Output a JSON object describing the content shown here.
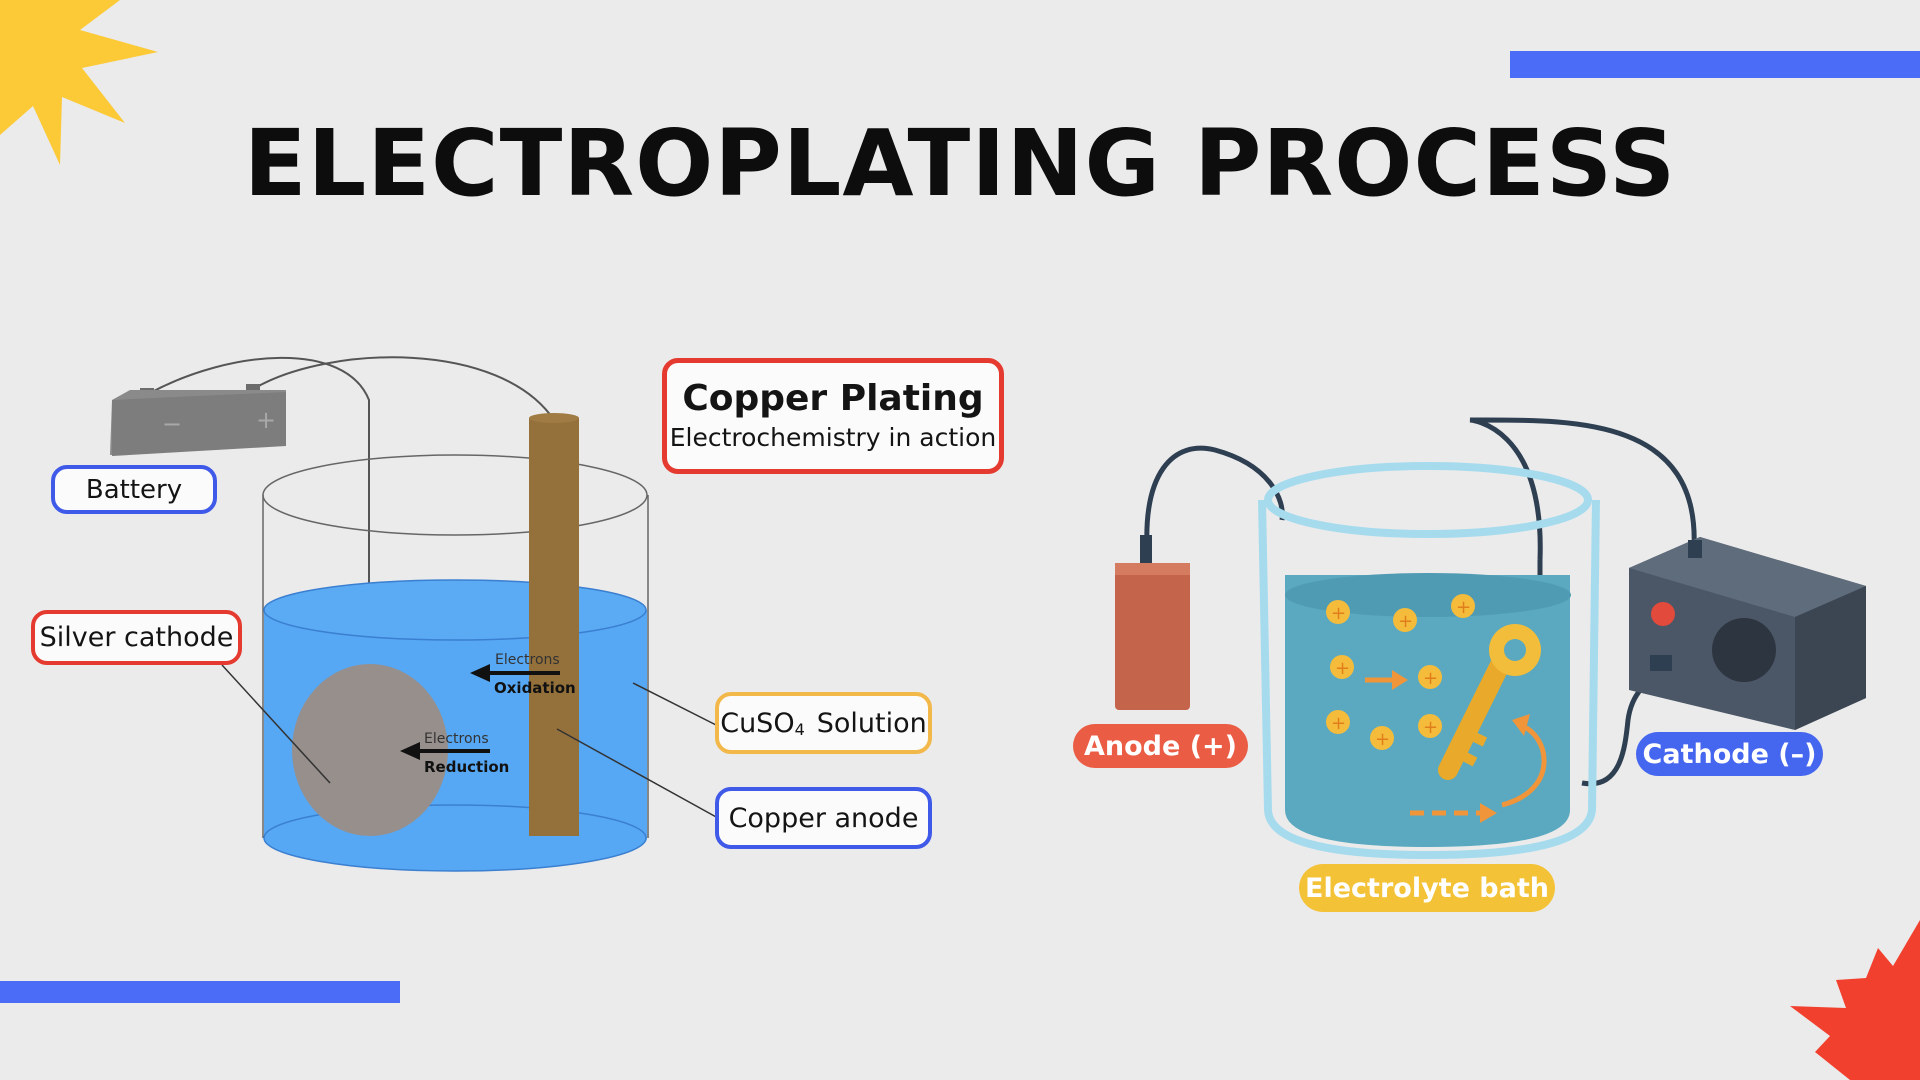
{
  "slide": {
    "title": "ELECTROPLATING PROCESS"
  },
  "left_diagram": {
    "info_box": {
      "title": "Copper Plating",
      "subtitle": "Electrochemistry in action"
    },
    "labels": {
      "battery": "Battery",
      "silver_cathode": "Silver cathode",
      "solution_formula_main": "CuSO",
      "solution_formula_sub": "4",
      "solution_word": "Solution",
      "copper_anode": "Copper anode"
    },
    "battery_signs": {
      "minus": "−",
      "plus": "+"
    },
    "arrows": {
      "oxidation_small": "Electrons",
      "oxidation_big": "Oxidation",
      "reduction_small": "Electrons",
      "reduction_big": "Reduction"
    }
  },
  "right_diagram": {
    "labels": {
      "anode": "Anode (+)",
      "cathode": "Cathode (–)",
      "electrolyte": "Electrolyte bath"
    },
    "ion_symbol": "+"
  },
  "colors": {
    "accent_blue": "#4a6cf7",
    "label_red": "#e53a2f",
    "label_blue": "#3f5ae8",
    "label_yellow": "#f2b84a",
    "solution_blue": "#56a8f5",
    "copper": "#94703a",
    "anode_pill": "#ea5c44",
    "cathode_pill": "#4566ee",
    "electrolyte_pill": "#f3c237"
  }
}
